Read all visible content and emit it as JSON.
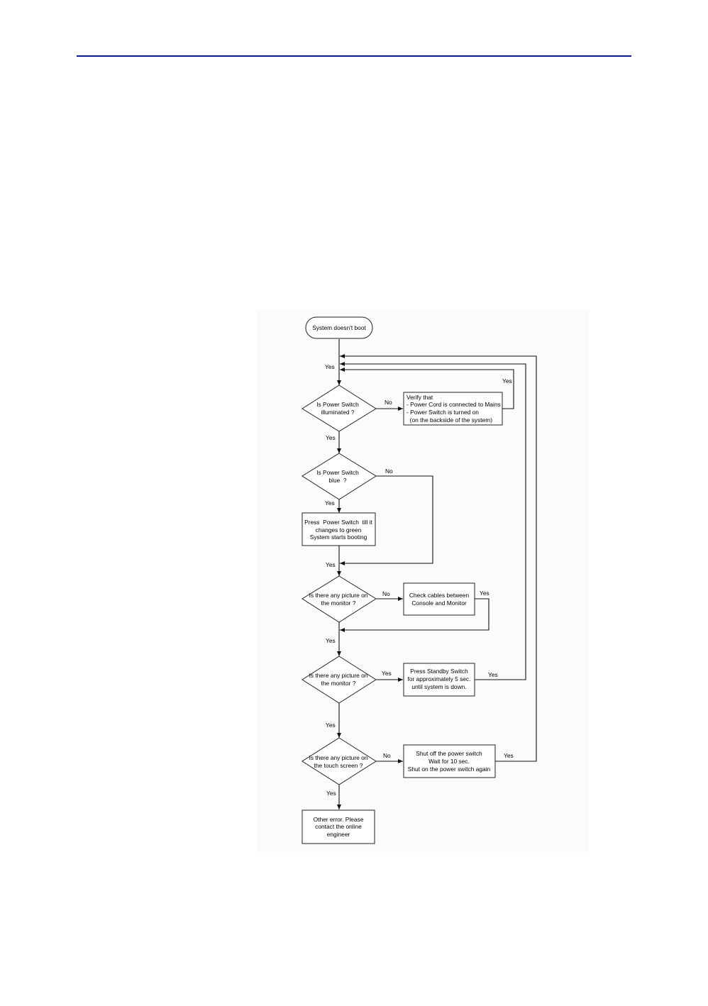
{
  "header": {
    "rule_color": "#0a1a8a"
  },
  "flowchart": {
    "start": "System doesn't boot",
    "decisions": {
      "power_switch_illuminated": [
        "Is Power Switch",
        "illuminated ?"
      ],
      "power_switch_blue": [
        "Is Power Switch",
        "blue  ?"
      ],
      "picture_on_monitor_1": [
        "Is there any picture on",
        "the monitor ?"
      ],
      "picture_on_monitor_2": [
        "Is there any picture on",
        "the monitor ?"
      ],
      "picture_on_touch_screen": [
        "Is there any picture on",
        "the touch screen ?"
      ]
    },
    "processes": {
      "verify_power": [
        "Verify that",
        "- Power Cord is connected to Mains",
        "- Power Switch is turned on",
        "  (on the backside of the system)"
      ],
      "press_power_switch": [
        "Press  Power Switch  till it",
        "changes to green",
        "System starts booting"
      ],
      "check_cables": [
        "Check cables between",
        "Console and Monitor"
      ],
      "press_standby": [
        "Press Standby Switch",
        "for approximately 5 sec.",
        "until system is down."
      ],
      "power_cycle": [
        "Shut off the power switch",
        "Wait for 10 sec.",
        "Shut on the power switch again"
      ],
      "other_error": [
        "Other error. Please",
        "contact the online",
        "engineer"
      ]
    },
    "labels": {
      "yes": "Yes",
      "no": "No"
    }
  }
}
